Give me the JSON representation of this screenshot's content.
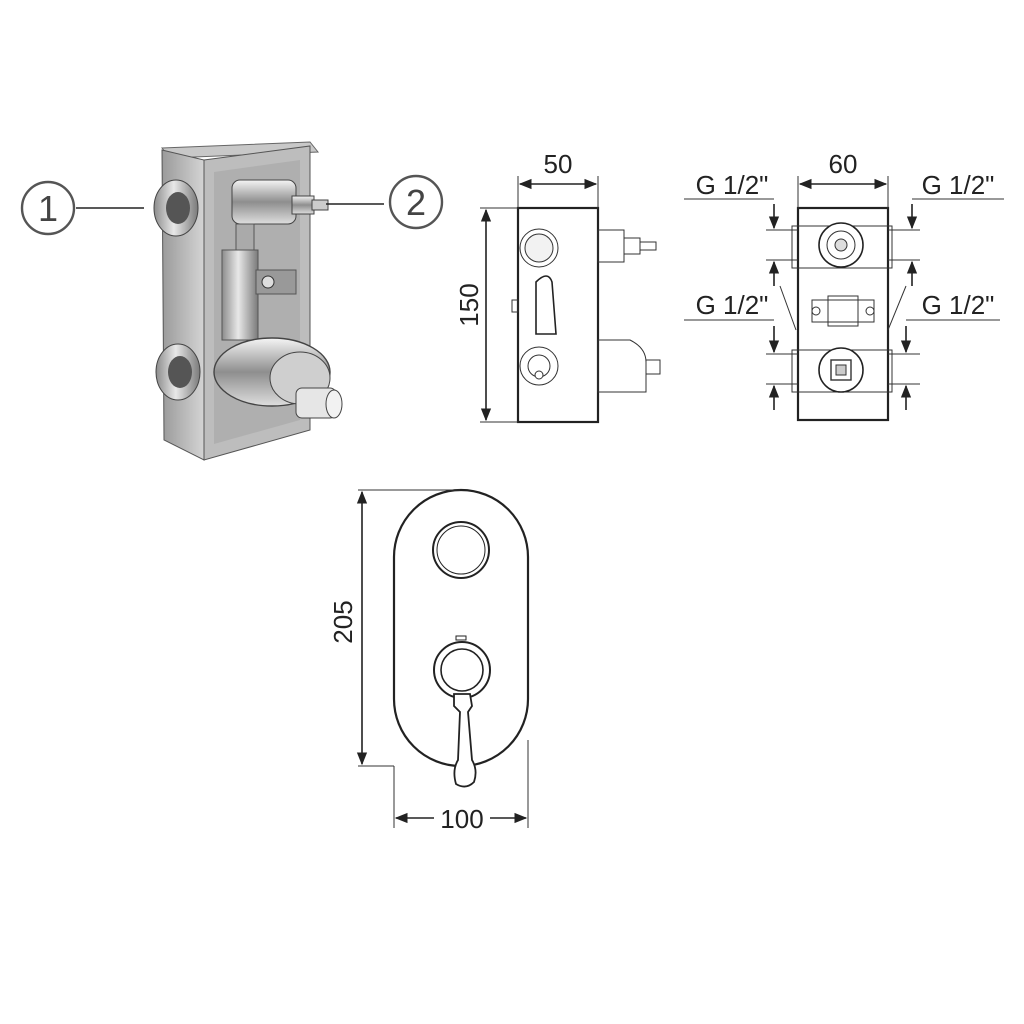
{
  "callouts": {
    "one": "1",
    "two": "2"
  },
  "side_view": {
    "width": "50",
    "height": "150"
  },
  "rear_view": {
    "width": "60",
    "thread_top_left": "G 1/2\"",
    "thread_top_right": "G 1/2\"",
    "thread_mid_left": "G 1/2\"",
    "thread_mid_right": "G 1/2\""
  },
  "front_plate": {
    "height": "205",
    "width": "100"
  }
}
